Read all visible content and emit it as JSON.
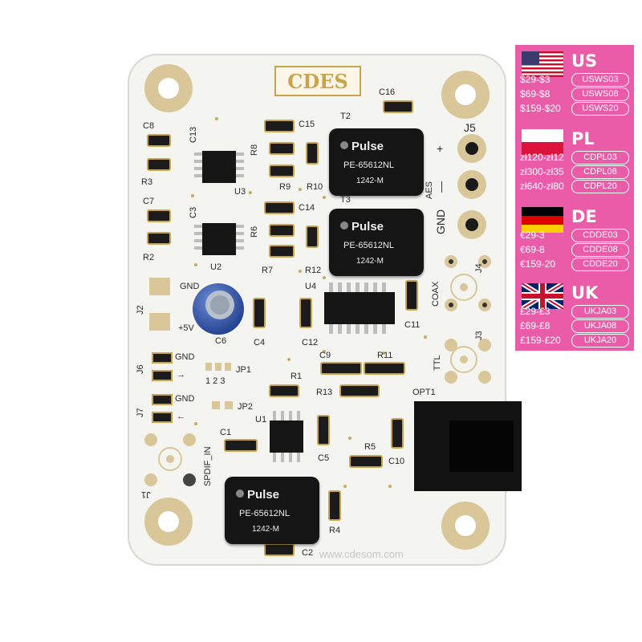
{
  "board": {
    "logo": "CDES",
    "url": "www.cdesom.com",
    "transformers": [
      {
        "brand": "Pulse",
        "part": "PE-65612NL",
        "code": "1242-M",
        "label": "T2"
      },
      {
        "brand": "Pulse",
        "part": "PE-65612NL",
        "code": "1242-M",
        "label": "T3"
      },
      {
        "brand": "Pulse",
        "part": "PE-65612NL",
        "code": "1242-M",
        "label": ""
      }
    ],
    "labels": {
      "C8": "C8",
      "C13": "C13",
      "R3": "R3",
      "U3": "U3",
      "C7": "C7",
      "C3": "C3",
      "R2": "R2",
      "U2": "U2",
      "C15": "C15",
      "R8": "R8",
      "R9": "R9",
      "R10": "R10",
      "C14": "C14",
      "R6": "R6",
      "R7": "R7",
      "R12": "R12",
      "C16": "C16",
      "J5": "J5",
      "plus": "+",
      "minus": "—",
      "aes": "AES",
      "gnd_conn": "GND",
      "J4": "J4",
      "coax": "COAX",
      "J3": "J3",
      "ttl": "TTL",
      "OPT1": "OPT1",
      "J2": "J2",
      "gnd_pwr": "GND",
      "plus5v": "+5V",
      "C6": "C6",
      "C4": "C4",
      "C12": "C12",
      "U4": "U4",
      "C11": "C11",
      "J6": "J6",
      "gnd6": "GND",
      "arrow6": "→",
      "JP1": "JP1",
      "jp_nums": "1 2 3",
      "J7": "J7",
      "gnd7": "GND",
      "arrow7": "←",
      "JP2": "JP2",
      "R1": "R1",
      "R13": "R13",
      "C9": "C9",
      "R11": "R11",
      "C1": "C1",
      "U1": "U1",
      "C5": "C5",
      "R5": "R5",
      "C10": "C10",
      "J1": "J1",
      "spdif_in": "SPDIF_IN",
      "R4": "R4",
      "C2": "C2"
    }
  },
  "pricing": [
    {
      "country": "US",
      "flag": "us",
      "rows": [
        {
          "range": "$29-$3",
          "code": "USWS03"
        },
        {
          "range": "$69-$8",
          "code": "USWS08"
        },
        {
          "range": "$159-$20",
          "code": "USWS20"
        }
      ]
    },
    {
      "country": "PL",
      "flag": "pl",
      "rows": [
        {
          "range": "zł120-zł12",
          "code": "CDPL03"
        },
        {
          "range": "zł300-zł35",
          "code": "CDPL08"
        },
        {
          "range": "zł640-zł80",
          "code": "CDPL20"
        }
      ]
    },
    {
      "country": "DE",
      "flag": "de",
      "rows": [
        {
          "range": "€29-3",
          "code": "CDDE03"
        },
        {
          "range": "€69-8",
          "code": "CDDE08"
        },
        {
          "range": "€159-20",
          "code": "CDDE20"
        }
      ]
    },
    {
      "country": "UK",
      "flag": "uk",
      "rows": [
        {
          "range": "£29-£3",
          "code": "UKJA03"
        },
        {
          "range": "£69-£8",
          "code": "UKJA08"
        },
        {
          "range": "£159-£20",
          "code": "UKJA20"
        }
      ]
    }
  ],
  "colors": {
    "panel_bg": "#ea5ca8",
    "board_white": "#f5f5f2",
    "pad_gold": "#c9a44a",
    "chip_black": "#161616"
  }
}
